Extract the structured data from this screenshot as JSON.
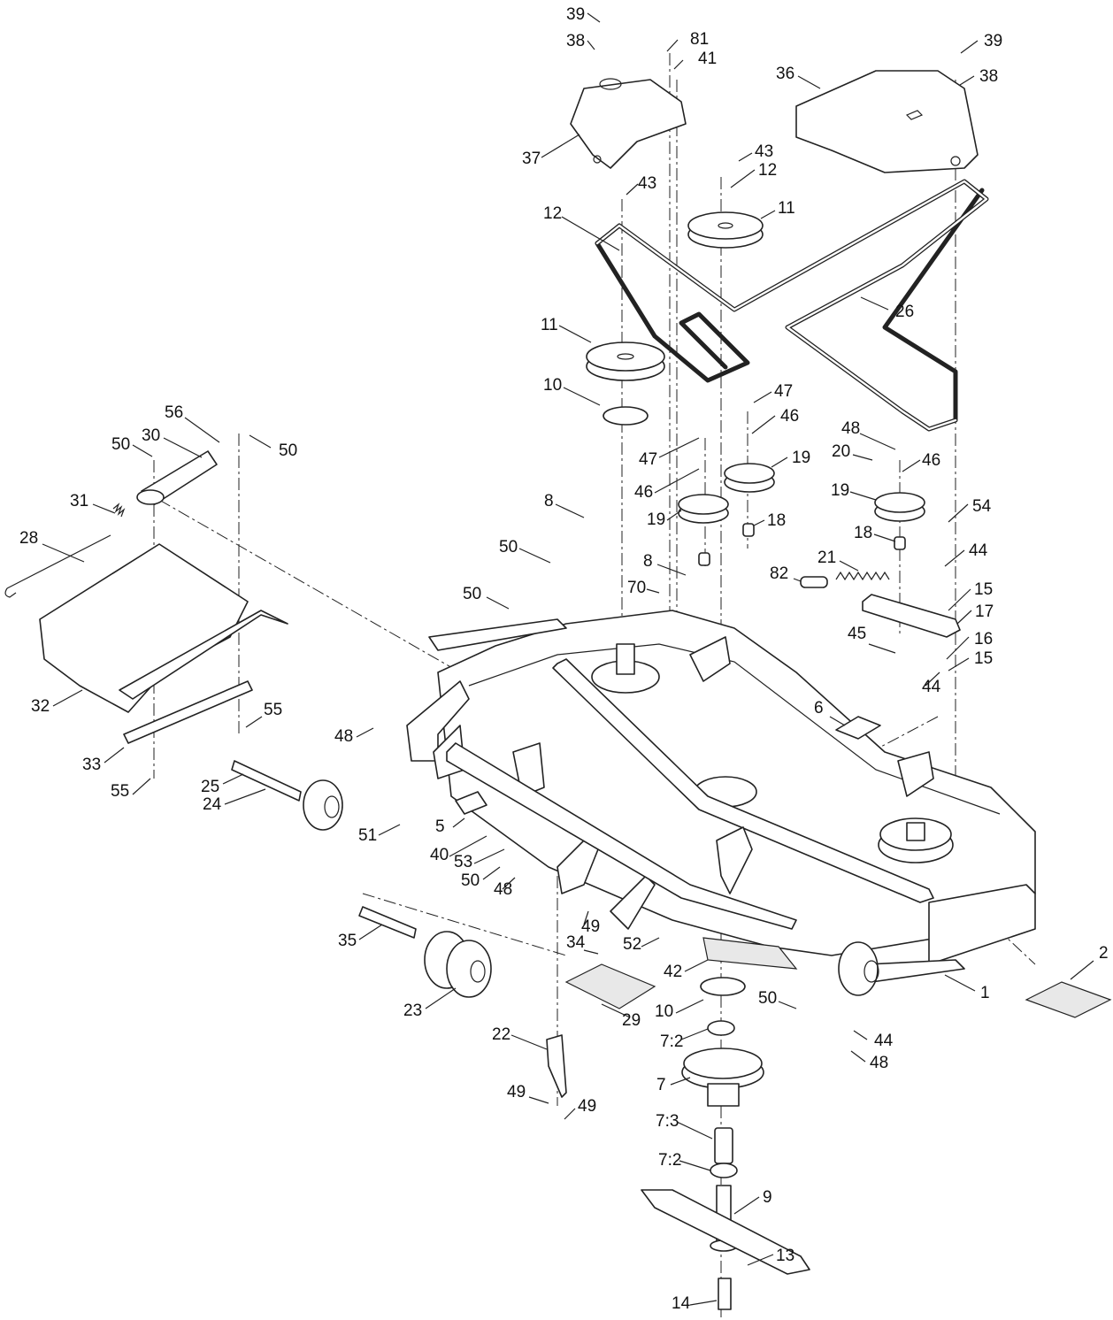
{
  "callouts": [
    {
      "label": "39"
    },
    {
      "label": "38"
    },
    {
      "label": "81"
    },
    {
      "label": "41"
    },
    {
      "label": "39"
    },
    {
      "label": "38"
    },
    {
      "label": "36"
    },
    {
      "label": "37"
    },
    {
      "label": "43"
    },
    {
      "label": "12"
    },
    {
      "label": "43"
    },
    {
      "label": "11"
    },
    {
      "label": "12"
    },
    {
      "label": "26"
    },
    {
      "label": "11"
    },
    {
      "label": "10"
    },
    {
      "label": "47"
    },
    {
      "label": "46"
    },
    {
      "label": "56"
    },
    {
      "label": "50"
    },
    {
      "label": "30"
    },
    {
      "label": "50"
    },
    {
      "label": "48"
    },
    {
      "label": "20"
    },
    {
      "label": "46"
    },
    {
      "label": "47"
    },
    {
      "label": "19"
    },
    {
      "label": "46"
    },
    {
      "label": "31"
    },
    {
      "label": "19"
    },
    {
      "label": "19"
    },
    {
      "label": "54"
    },
    {
      "label": "8"
    },
    {
      "label": "18"
    },
    {
      "label": "28"
    },
    {
      "label": "18"
    },
    {
      "label": "50"
    },
    {
      "label": "44"
    },
    {
      "label": "21"
    },
    {
      "label": "8"
    },
    {
      "label": "82"
    },
    {
      "label": "15"
    },
    {
      "label": "50"
    },
    {
      "label": "70"
    },
    {
      "label": "17"
    },
    {
      "label": "45"
    },
    {
      "label": "16"
    },
    {
      "label": "15"
    },
    {
      "label": "44"
    },
    {
      "label": "32"
    },
    {
      "label": "6"
    },
    {
      "label": "55"
    },
    {
      "label": "48"
    },
    {
      "label": "33"
    },
    {
      "label": "25"
    },
    {
      "label": "55"
    },
    {
      "label": "24"
    },
    {
      "label": "51"
    },
    {
      "label": "5"
    },
    {
      "label": "40"
    },
    {
      "label": "53"
    },
    {
      "label": "50"
    },
    {
      "label": "48"
    },
    {
      "label": "49"
    },
    {
      "label": "35"
    },
    {
      "label": "34"
    },
    {
      "label": "52"
    },
    {
      "label": "42"
    },
    {
      "label": "2"
    },
    {
      "label": "1"
    },
    {
      "label": "23"
    },
    {
      "label": "29"
    },
    {
      "label": "10"
    },
    {
      "label": "50"
    },
    {
      "label": "44"
    },
    {
      "label": "7:2"
    },
    {
      "label": "48"
    },
    {
      "label": "22"
    },
    {
      "label": "7"
    },
    {
      "label": "49"
    },
    {
      "label": "49"
    },
    {
      "label": "7:3"
    },
    {
      "label": "7:2"
    },
    {
      "label": "9"
    },
    {
      "label": "13"
    },
    {
      "label": "14"
    }
  ]
}
